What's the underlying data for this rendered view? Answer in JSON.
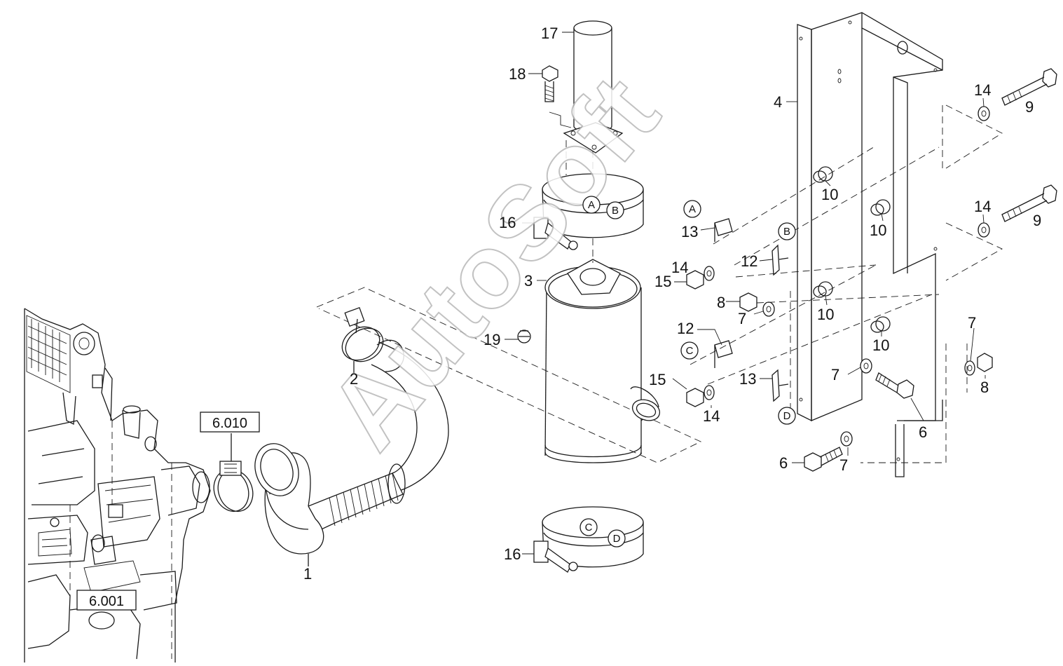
{
  "diagram": {
    "watermark": "AutoSoft",
    "part_labels": {
      "p1": "1",
      "p2": "2",
      "p3": "3",
      "p4": "4",
      "p6a": "6",
      "p6b": "6",
      "p7a": "7",
      "p7b": "7",
      "p7c": "7",
      "p7d": "7",
      "p8a": "8",
      "p8b": "8",
      "p9a": "9",
      "p9b": "9",
      "p10a": "10",
      "p10b": "10",
      "p10c": "10",
      "p10d": "10",
      "p12a": "12",
      "p12b": "12",
      "p13a": "13",
      "p13b": "13",
      "p14a": "14",
      "p14b": "14",
      "p14c": "14",
      "p14d": "14",
      "p15a": "15",
      "p15b": "15",
      "p16a": "16",
      "p16b": "16",
      "p17": "17",
      "p18": "18",
      "p19": "19"
    },
    "circled_markers": {
      "a1": "A",
      "b1": "B",
      "a2": "A",
      "b2": "B",
      "c1": "C",
      "d1": "D",
      "c2": "C",
      "d2": "D"
    },
    "references": {
      "ref1": "6.010",
      "ref2": "6.001"
    }
  }
}
